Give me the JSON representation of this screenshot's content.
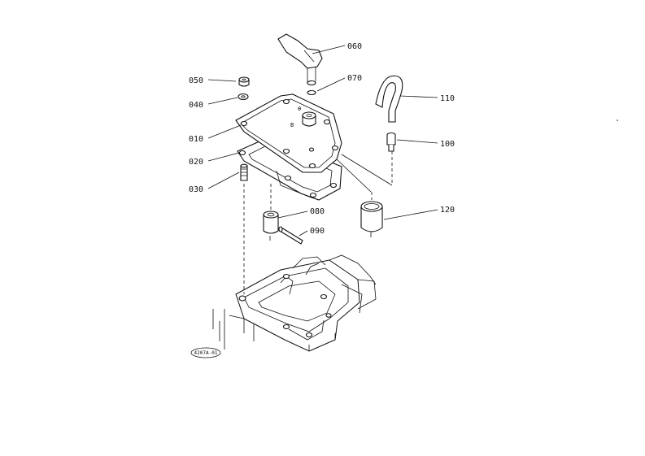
{
  "parts": [
    {
      "id": "050",
      "name": "nut"
    },
    {
      "id": "040",
      "name": "washer"
    },
    {
      "id": "010",
      "name": "cover-plate"
    },
    {
      "id": "020",
      "name": "gasket"
    },
    {
      "id": "030",
      "name": "stud"
    },
    {
      "id": "060",
      "name": "lever"
    },
    {
      "id": "070",
      "name": "o-ring"
    },
    {
      "id": "110",
      "name": "hose"
    },
    {
      "id": "100",
      "name": "fitting"
    },
    {
      "id": "080",
      "name": "bushing"
    },
    {
      "id": "090",
      "name": "pin"
    },
    {
      "id": "120",
      "name": "cap"
    }
  ],
  "cover_marks": [
    "θ",
    "B"
  ],
  "figure_ref": "4207A-01"
}
